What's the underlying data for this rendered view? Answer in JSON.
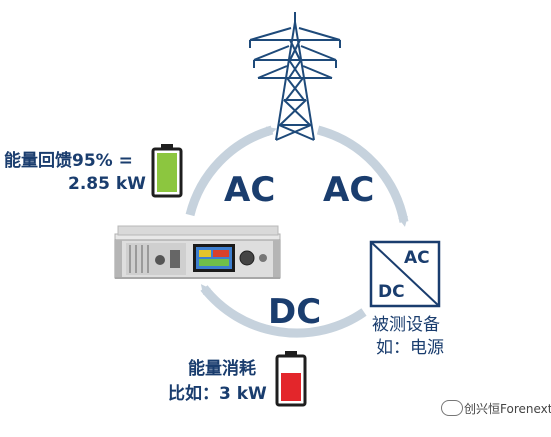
{
  "diagram": {
    "feedback": {
      "line1": "能量回馈95% =",
      "line2": "2.85 kW"
    },
    "consumption": {
      "line1": "能量消耗",
      "line2": "比如：3 kW"
    },
    "arrows": {
      "left_top": "AC",
      "right_top": "AC",
      "bottom": "DC"
    },
    "converter": {
      "ac": "AC",
      "dc": "DC"
    },
    "device_under_test": {
      "line1": "被测设备",
      "line2": "如：电源"
    },
    "watermark": "创兴恒Forenext",
    "colors": {
      "navy": "#1a3d6e",
      "ring": "#c6d2dd",
      "green_battery": "#8cc63f",
      "red_battery": "#e3262b",
      "tower": "#1e4a7a"
    }
  }
}
